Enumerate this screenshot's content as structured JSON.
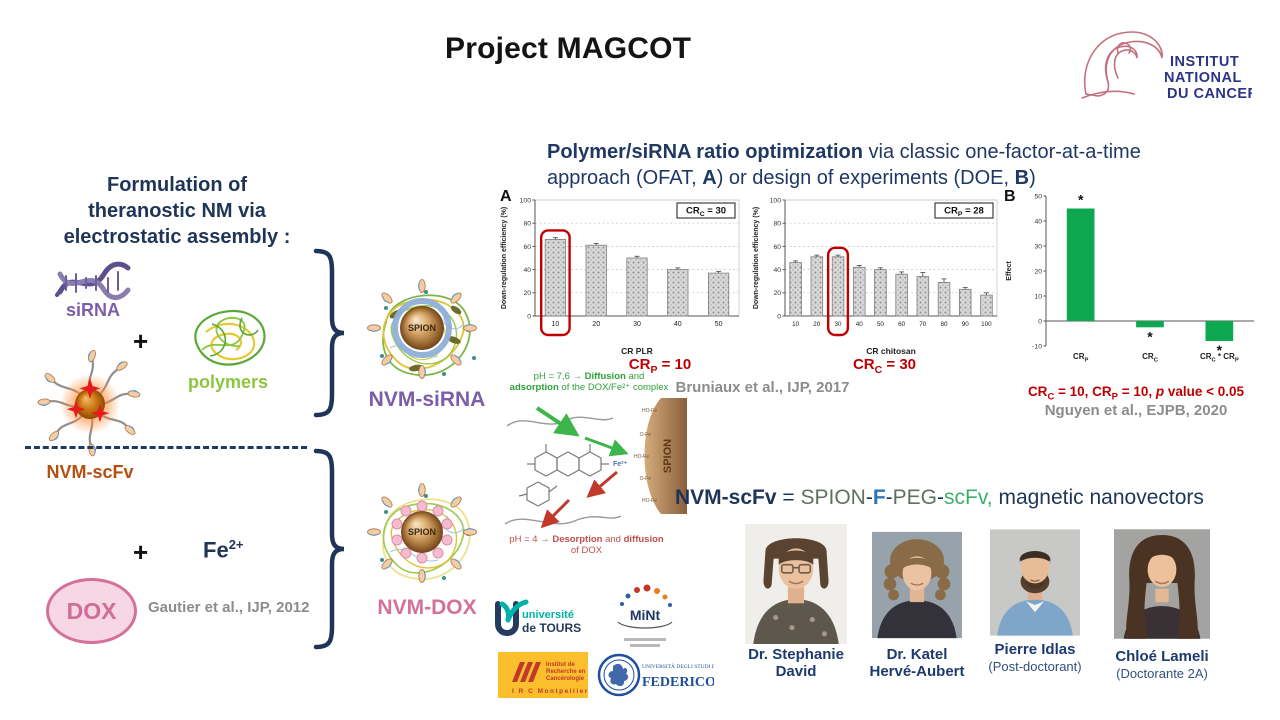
{
  "colors": {
    "navy": "#1F3557",
    "heading_navy": "#1F3864",
    "purple": "#7B5EA7",
    "green": "#8CC63E",
    "brown": "#B4500F",
    "pink": "#D4719B",
    "red_annotation": "#C00000",
    "citation_gray": "#8C8C8C",
    "bar_green": "#0DA750",
    "blue_f": "#2E75B6",
    "olive": "#5F7060",
    "scfv_green": "#3FAE6A"
  },
  "slide": {
    "title": "Project MAGCOT"
  },
  "inca_logo": {
    "lines": [
      "INSTITUT",
      "NATIONAL",
      "DU CANCER"
    ]
  },
  "left": {
    "heading_lines": [
      "Formulation of",
      "theranostic NM via",
      "electrostatic assembly :"
    ],
    "sirna_label": "siRNA",
    "plus1": "+",
    "polymers_label": "polymers",
    "nvm_scfv_label": "NVM-scFv",
    "plus2": "+",
    "fe_label": "Fe^2+",
    "dox_label": "DOX",
    "citation": "Gautier et al., IJP, 2012"
  },
  "middle": {
    "nvm_sirna_label": "NVM-siRNA",
    "nvm_dox_label": "NVM-DOX",
    "spion": "SPION",
    "chem": {
      "top1": [
        {
          "t": "pH = 7,6 → "
        },
        {
          "t": "Diffusion",
          "b": true
        },
        {
          "t": " and"
        }
      ],
      "top2": [
        {
          "t": "adsorption",
          "b": true
        },
        {
          "t": " of the DOX/Fe²⁺ complex"
        }
      ],
      "bottom1": [
        {
          "t": "pH = 4 → "
        },
        {
          "t": "Desorption",
          "b": true
        },
        {
          "t": " and "
        },
        {
          "t": "diffusion",
          "b": true
        }
      ],
      "bottom2": [
        {
          "t": "of DOX"
        }
      ],
      "fe_ion": "Fe²⁺",
      "spion": "SPION",
      "surface_labels": [
        "HO-Fe",
        "O-Fe",
        "HO-Fe",
        "O-Fe",
        "HO-Fe"
      ]
    }
  },
  "right": {
    "heading_line1": [
      {
        "t": "Polymer/siRNA ratio optimization",
        "b": true
      },
      {
        "t": " via classic one-factor-at-a-time"
      }
    ],
    "heading_line2": [
      {
        "t": "approach (OFAT, "
      },
      {
        "t": "A",
        "b": true
      },
      {
        "t": ") or design of experiments (DOE, "
      },
      {
        "t": "B",
        "b": true
      },
      {
        "t": ")"
      }
    ],
    "annotation_a": "CR_P = 10",
    "annotation_c": "CR_C = 30",
    "citation_ofat": "Bruniaux et al., IJP, 2017",
    "annotation_b": [
      {
        "t": "CR_C = 10, CR_P = 10, "
      },
      {
        "t": "p",
        "b": true,
        "i": true
      },
      {
        "t": " value < 0.05"
      }
    ],
    "citation_doe": "Nguyen et al., EJPB, 2020",
    "formula_segments": [
      {
        "t": "NVM-scFv",
        "b": true,
        "c": "#1F3557"
      },
      {
        "t": " = ",
        "c": "#1F3557"
      },
      {
        "t": "SPION",
        "c": "#5F7060"
      },
      {
        "t": "-",
        "c": "#1F3557"
      },
      {
        "t": "F",
        "b": true,
        "c": "#2E75B6"
      },
      {
        "t": "-",
        "c": "#1F3557"
      },
      {
        "t": "PEG",
        "c": "#5F7060"
      },
      {
        "t": "-",
        "c": "#1F3557"
      },
      {
        "t": "scFv,",
        "c": "#3FAE6A"
      },
      {
        "t": " magnetic nanovectors",
        "c": "#1F3557"
      }
    ]
  },
  "chart_data": [
    {
      "type": "bar",
      "panel_label": "A",
      "categories": [
        "10",
        "20",
        "30",
        "40",
        "50"
      ],
      "values": [
        66,
        61,
        50,
        40,
        37
      ],
      "errors": [
        1.5,
        1.5,
        1.5,
        1.5,
        1.5
      ],
      "xlabel": "CR PLR",
      "ylabel": "Down-regulation efficiency (%)",
      "ylim": [
        0,
        100
      ],
      "yticks": [
        0,
        20,
        40,
        60,
        80,
        100
      ],
      "box_label": "CR_C = 30",
      "highlight_category_index": 0,
      "bar_style": "gray-dotted"
    },
    {
      "type": "bar",
      "categories": [
        "10",
        "20",
        "30",
        "40",
        "50",
        "60",
        "70",
        "80",
        "90",
        "100"
      ],
      "values": [
        46,
        51,
        51,
        42,
        40,
        36,
        34,
        29,
        23,
        18
      ],
      "errors": [
        1.5,
        1.5,
        1.5,
        1.5,
        1.5,
        2,
        3.5,
        3,
        1.5,
        2
      ],
      "xlabel": "CR chitosan",
      "ylabel": "Down-regulation efficiency (%)",
      "ylim": [
        0,
        100
      ],
      "yticks": [
        0,
        20,
        40,
        60,
        80,
        100
      ],
      "box_label": "CR_P = 28",
      "highlight_category_index": 2,
      "bar_style": "gray-dotted"
    },
    {
      "type": "bar",
      "panel_label": "B",
      "categories": [
        "CR_P",
        "CR_C",
        "CR_C * CR_P"
      ],
      "values": [
        45,
        -2.5,
        -8
      ],
      "xlabel": "",
      "ylabel": "Effect",
      "ylim": [
        -10,
        50
      ],
      "yticks": [
        -10,
        0,
        10,
        20,
        30,
        40,
        50
      ],
      "bar_color": "#0DA750",
      "star_positions": [
        "above",
        "below",
        "below"
      ],
      "bar_style": "green"
    }
  ],
  "team": [
    {
      "line1": "Dr. Stephanie",
      "line2": "David",
      "line2_bold": true
    },
    {
      "line1": "Dr. Katel",
      "line2": "Hervé-Aubert",
      "line2_bold": true
    },
    {
      "line1": "Pierre Idlas",
      "line2": "(Post-doctorant)",
      "line2_bold": false
    },
    {
      "line1": "Chloé Lameli",
      "line2": "(Doctorante 2A)",
      "line2_bold": false
    }
  ],
  "logos": {
    "tours": {
      "line1": "université",
      "line2": "de TOURS"
    },
    "mint": {
      "name": "MiNt"
    },
    "irc": {
      "lines": [
        "Institut de",
        "Recherche en",
        "Cancérologie"
      ],
      "bottom": "I R C Montpellier"
    },
    "federico": {
      "line1": "UNIVERSITÀ DEGLI STUDI DI NAPOLI",
      "line2": "FEDERICO II"
    }
  }
}
